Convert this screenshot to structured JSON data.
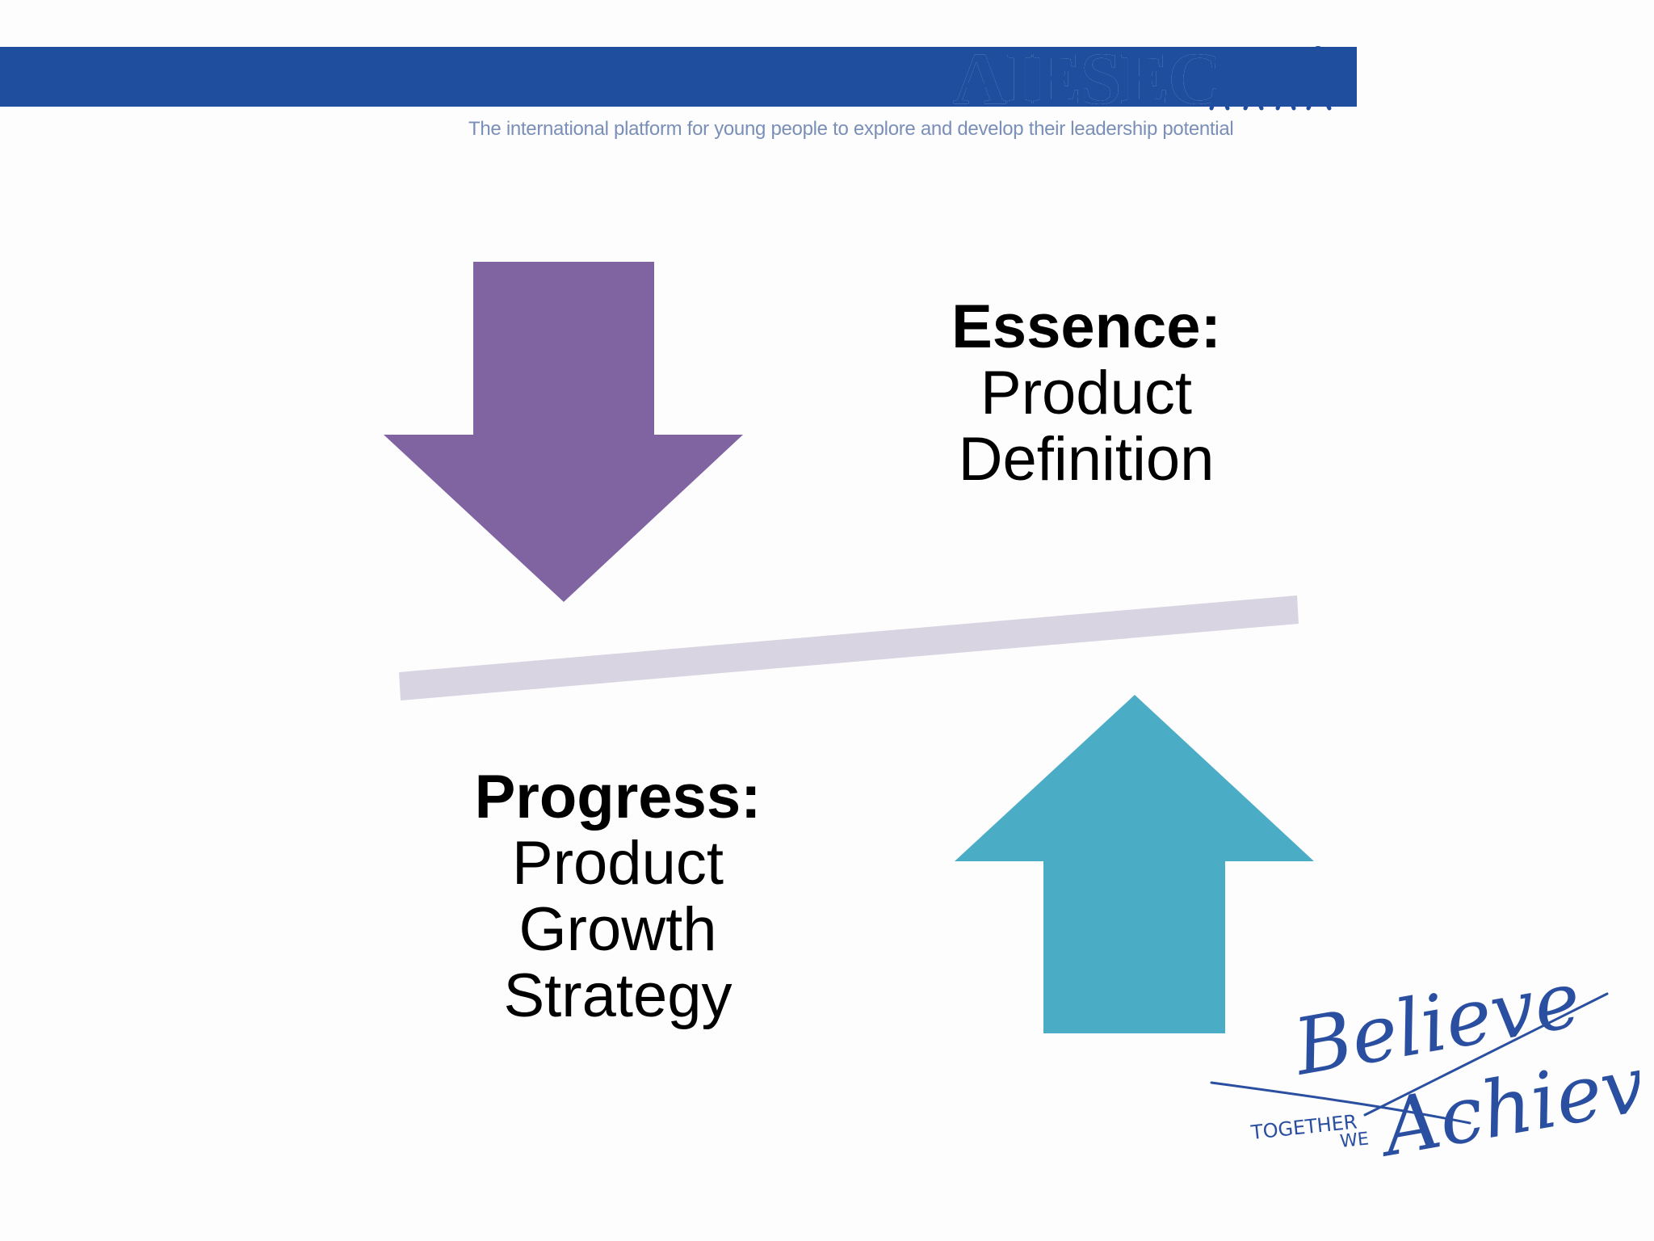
{
  "header": {
    "logo_text": "AIESEC",
    "tagline": "The international platform for young people to explore and develop their leadership potential"
  },
  "diagram": {
    "essence": {
      "heading": "Essence:",
      "lines": [
        "Product",
        "Definition"
      ]
    },
    "progress": {
      "heading": "Progress:",
      "lines": [
        "Product",
        "Growth",
        "Strategy"
      ]
    },
    "colors": {
      "down_arrow": "#8064a2",
      "up_arrow": "#4bacc6",
      "balance_bar": "#d8d4e2",
      "header_bar": "#1f4e9f"
    },
    "icons": {
      "down_arrow": "arrow-down-icon",
      "up_arrow": "arrow-up-icon"
    }
  },
  "slogan": {
    "together": "TOGETHER",
    "we": "WE",
    "believe": "Believe",
    "achieve": "Achieve"
  }
}
